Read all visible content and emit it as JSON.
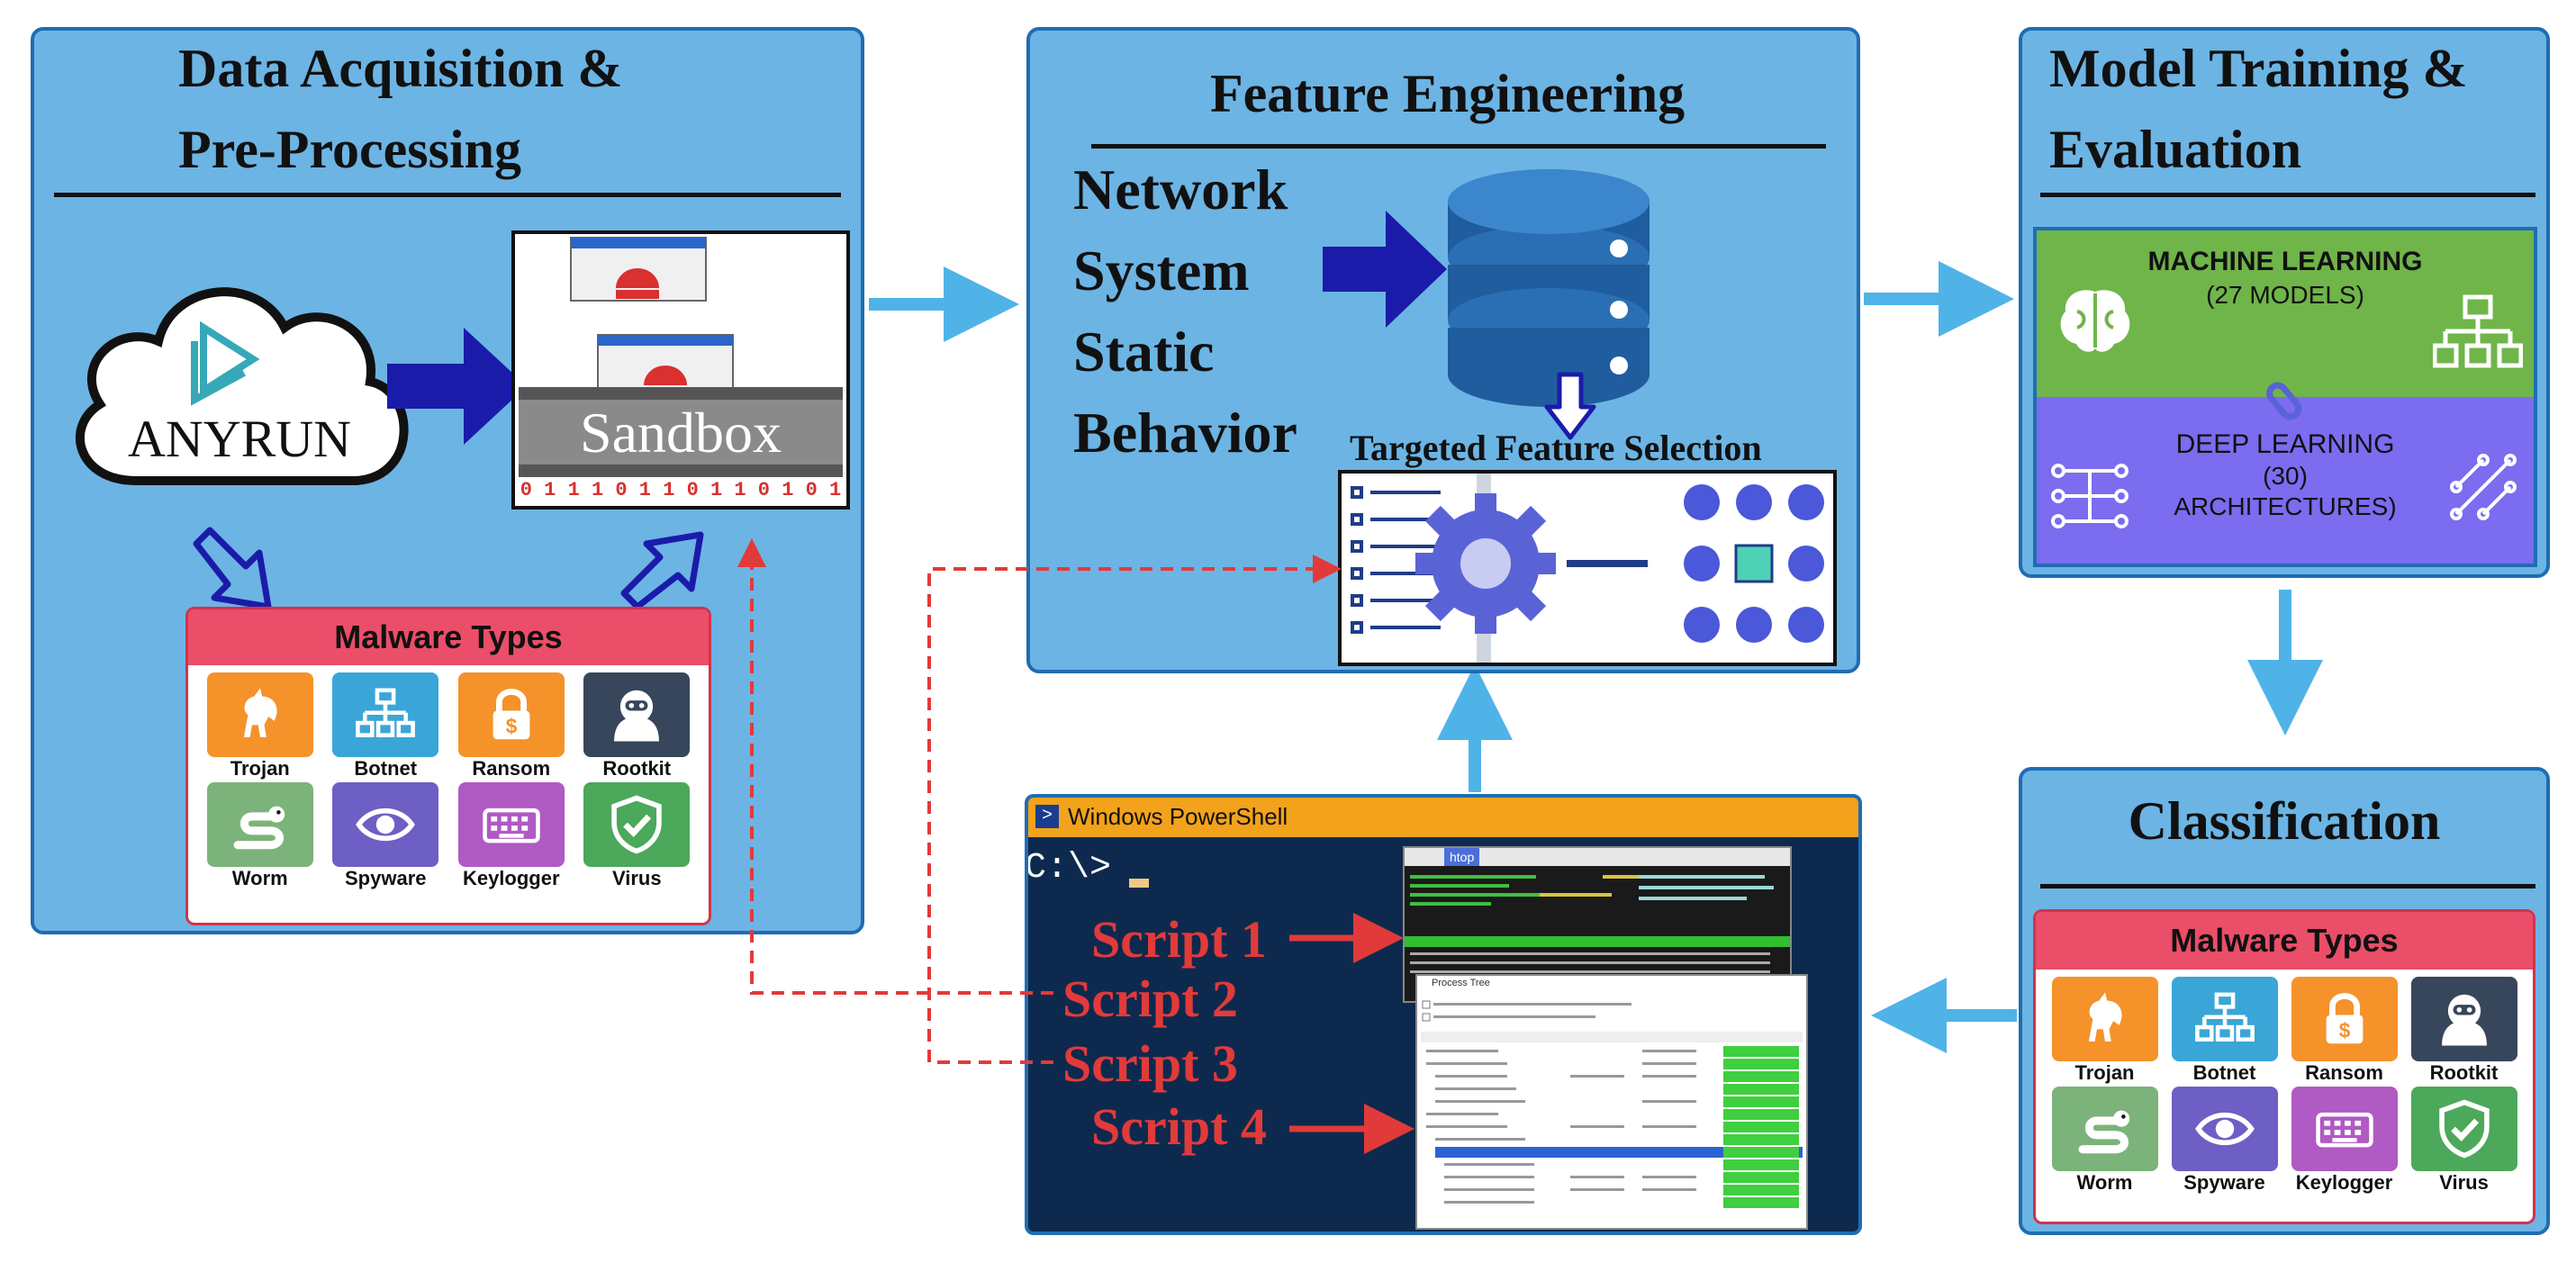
{
  "panels": {
    "acquisition": {
      "title_line1": "Data Acquisition &",
      "title_line2": "Pre-Processing"
    },
    "feature": {
      "title": "Feature Engineering"
    },
    "model": {
      "title_line1": "Model Training &",
      "title_line2": "Evaluation"
    },
    "classification": {
      "title": "Classification"
    }
  },
  "acquisition": {
    "cloud_label": "ANYRUN",
    "sandbox_label": "Sandbox",
    "sandbox_bits": "0 1 1 1 0 1 1 0 1 1 0 1 0 1"
  },
  "malware_types": {
    "title": "Malware Types",
    "items": [
      {
        "label": "Trojan",
        "icon": "horse-icon",
        "color": "#f5922a"
      },
      {
        "label": "Botnet",
        "icon": "network-icon",
        "color": "#3aa6d8"
      },
      {
        "label": "Ransom",
        "icon": "lock-icon",
        "color": "#f5922a"
      },
      {
        "label": "Rootkit",
        "icon": "hacker-icon",
        "color": "#37465a"
      },
      {
        "label": "Worm",
        "icon": "worm-icon",
        "color": "#7cb37a"
      },
      {
        "label": "Spyware",
        "icon": "eye-icon",
        "color": "#6d5fc4"
      },
      {
        "label": "Keylogger",
        "icon": "keyboard-icon",
        "color": "#b05ac4"
      },
      {
        "label": "Virus",
        "icon": "shield-check-icon",
        "color": "#4ca85a"
      }
    ]
  },
  "feature": {
    "categories": [
      "Network",
      "System",
      "Static",
      "Behavior"
    ],
    "selection_label": "Targeted Feature Selection"
  },
  "model": {
    "ml_line1": "MACHINE LEARNING",
    "ml_line2": "(27 MODELS)",
    "dl_line1": "DEEP LEARNING",
    "dl_line2": "(30)",
    "dl_line3": "ARCHITECTURES)"
  },
  "powershell": {
    "title": "Windows PowerShell",
    "prompt": "C:\\>",
    "htop_title": "htop",
    "process_tree_title": "Process Tree",
    "scripts": [
      "Script 1",
      "Script 2",
      "Script 3",
      "Script 4"
    ]
  },
  "colors": {
    "panel_fill": "#6cb4e4",
    "panel_border": "#1f6db3",
    "arrow_light": "#4fb3e8",
    "arrow_dark": "#1b1baa",
    "script_red": "#e23a3a",
    "ml_green": "#6fb54a",
    "dl_purple": "#7b6cf0",
    "ps_bg": "#0d2a4e",
    "ps_title": "#f3a21b"
  }
}
